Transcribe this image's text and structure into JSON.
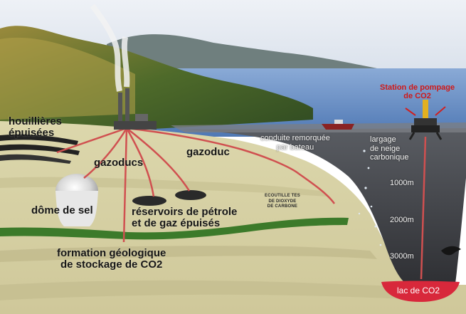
{
  "labels": {
    "houillieres": [
      "houillières",
      "épuisées"
    ],
    "gazoducs": "gazoducs",
    "gazoduc": "gazoduc",
    "dome": "dôme de sel",
    "reservoirs": [
      "réservoirs de pétrole",
      "et de gaz épuisés"
    ],
    "formation": [
      "formation géologique",
      "de stockage de CO2"
    ],
    "conduite": [
      "conduite remorquée",
      "par bateau"
    ],
    "largage": [
      "largage",
      "de neige",
      "carbonique"
    ],
    "station": [
      "Station de pompage",
      "de CO2"
    ],
    "citernes": [
      "ECOUTILLE TES",
      "DE DIOXYDE",
      "DE CARBONE"
    ],
    "depths": [
      "1000m",
      "2000m",
      "3000m"
    ],
    "lac": "lac de CO2"
  },
  "colors": {
    "sky": "#dfe6ee",
    "sea": "#6a8fc4",
    "deep_water": "#3e3f44",
    "ground": "#d6d0a2",
    "green_layer": "#3c7a2a",
    "pipes": "#d05050",
    "lake": "#d8283b"
  }
}
